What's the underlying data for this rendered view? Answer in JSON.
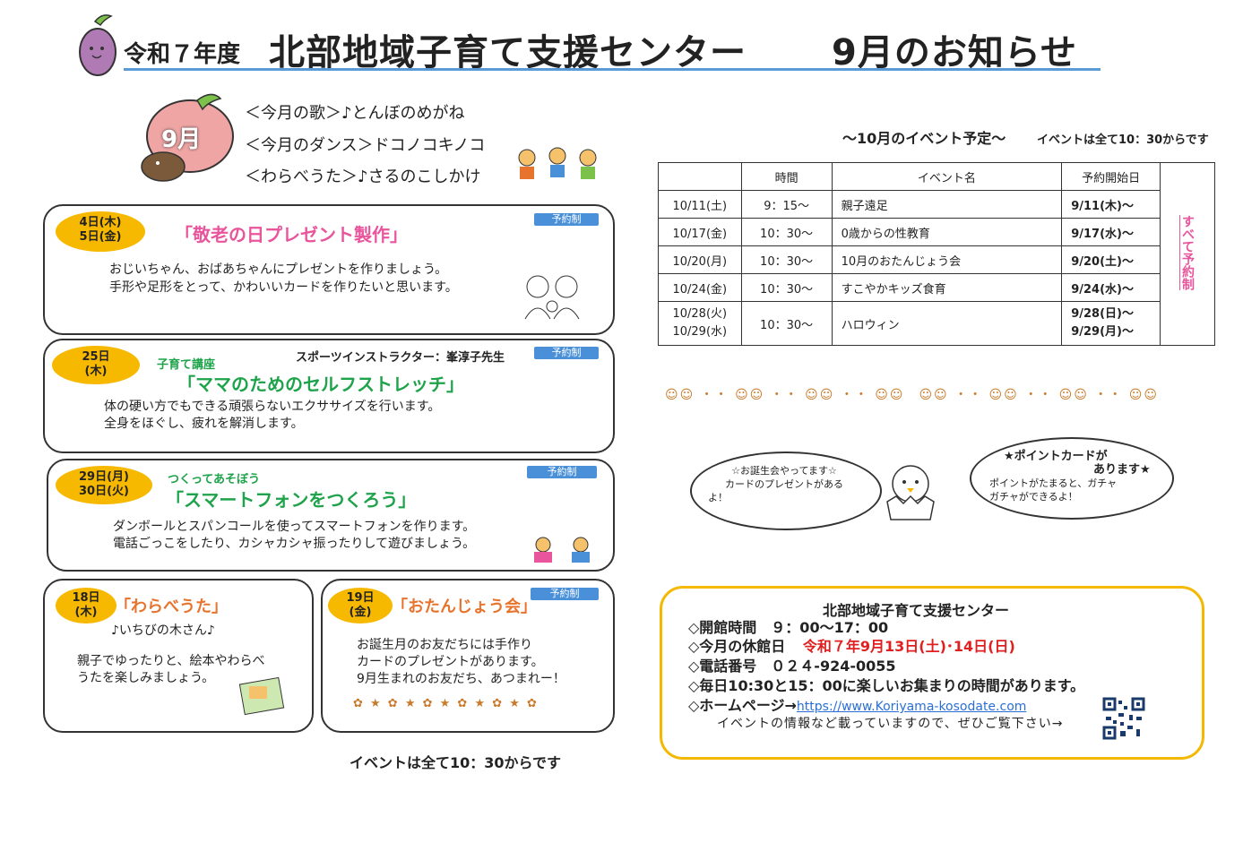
{
  "header": {
    "year": "令和７年度",
    "center": "北部地域子育て支援センター",
    "month_notice": "9月のお知らせ"
  },
  "month_badge": "9月",
  "songs": [
    "＜今月の歌＞♪とんぼのめがね",
    "＜今月のダンス＞ドコノコキノコ",
    "＜わらべうた＞♪さるのこしかけ"
  ],
  "reservation_label": "予約制",
  "events": {
    "keiro": {
      "date1": "4日(木)",
      "date2": "5日(金)",
      "title": "「敬老の日プレゼント製作」",
      "line1": "おじいちゃん、おばあちゃんにプレゼントを作りましょう。",
      "line2": "手形や足形をとって、かわいいカードを作りたいと思います。"
    },
    "stretch": {
      "date1": "25日",
      "date2": "(木)",
      "category": "子育て講座",
      "instructor": "スポーツインストラクター：峯淳子先生",
      "title": "「ママのためのセルフストレッチ」",
      "line1": "体の硬い方でもできる頑張らないエクササイズを行います。",
      "line2": "全身をほぐし、疲れを解消します。"
    },
    "phone": {
      "date1": "29日(月)",
      "date2": "30日(火)",
      "category": "つくってあそぼう",
      "title": "「スマートフォンをつくろう」",
      "line1": "ダンボールとスパンコールを使ってスマートフォンを作ります。",
      "line2": "電話ごっこをしたり、カシャカシャ振ったりして遊びましょう。"
    },
    "warabe": {
      "date1": "18日",
      "date2": "(木)",
      "title": "「わらべうた」",
      "song": "♪いちびの木さん♪",
      "line1": "親子でゆったりと、絵本やわらべ",
      "line2": "うたを楽しみましょう。"
    },
    "birthday": {
      "date1": "19日",
      "date2": "(金)",
      "title": "「おたんじょう会」",
      "line1": "お誕生月のお友だちには手作り",
      "line2": "カードのプレゼントがあります。",
      "line3": "9月生まれのお友だち、あつまれー！"
    }
  },
  "footer_note": "イベントは全て10：30からです",
  "october": {
    "heading": "～10月のイベント予定～",
    "note": "イベントは全て10：30からです",
    "columns": [
      "",
      "時間",
      "イベント名",
      "予約開始日"
    ],
    "rows": [
      {
        "date": "10/11(土)",
        "time": "9：15～",
        "name": "親子遠足",
        "start": "9/11(木)～"
      },
      {
        "date": "10/17(金)",
        "time": "10：30～",
        "name": "0歳からの性教育",
        "start": "9/17(水)～"
      },
      {
        "date": "10/20(月)",
        "time": "10：30～",
        "name": "10月のおたんじょう会",
        "start": "9/20(土)～"
      },
      {
        "date": "10/24(金)",
        "time": "10：30～",
        "name": "すこやかキッズ食育",
        "start": "9/24(水)～"
      }
    ],
    "last_row": {
      "date1": "10/28(火)",
      "date2": "10/29(水)",
      "time": "10：30～",
      "name": "ハロウィン",
      "start1": "9/28(日)～",
      "start2": "9/29(月)～"
    },
    "all_reservation": "すべて予約制"
  },
  "bubbles": {
    "left1": "☆お誕生会やってます☆",
    "left2": "カードのプレゼントがある",
    "left3": "よ！",
    "right1": "★ポイントカードが",
    "right2": "あります★",
    "right3": "ポイントがたまると、ガチャ",
    "right4": "ガチャができるよ！"
  },
  "info": {
    "title": "北部地域子育て支援センター",
    "hours": "◇開館時間　９：00～17：00",
    "closed_label": "◇今月の休館日",
    "closed_value": "令和７年9月13日(土)･14日(日)",
    "phone": "◇電話番号　０２４-924-0055",
    "daily": "◇毎日10:30と15：00に楽しいお集まりの時間があります。",
    "homepage_label": "◇ホームページ→",
    "homepage_url": "https://www.Koriyama-kosodate.com",
    "homepage_note": "イベントの情報など載っていますので、ぜひご覧下さい→"
  },
  "colors": {
    "accent": "#f7b800",
    "pink": "#e9559c",
    "green": "#1ea34a",
    "blue": "#4a90d9",
    "orange": "#e8732c"
  }
}
